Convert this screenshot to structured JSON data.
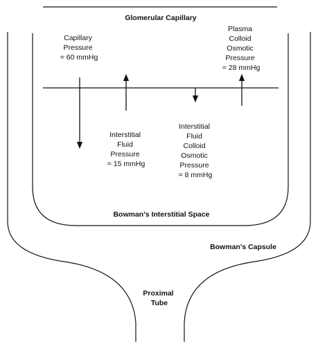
{
  "diagram": {
    "glomerular_capillary": "Glomerular Capillary",
    "capillary_pressure": [
      "Capillary",
      "Pressure",
      "= 60 mmHg"
    ],
    "plasma_colloid_osmotic_pressure": [
      "Plasma",
      "Colloid",
      "Osmotic",
      "Pressure",
      "= 28 mmHg"
    ],
    "interstitial_fluid_pressure": [
      "Interstitial",
      "Fluid",
      "Pressure",
      "= 15 mmHg"
    ],
    "interstitial_fluid_colloid_osmotic_pressure": [
      "Interstitial",
      "Fluid",
      "Colloid",
      "Osmotic",
      "Pressure",
      "= 8 mmHg"
    ],
    "bowmans_interstitial_space": "Bowman's Interstitial Space",
    "bowmans_capsule": "Bowman's Capsule",
    "proximal_tube": [
      "Proximal",
      "Tube"
    ],
    "line_color": "#111111"
  }
}
